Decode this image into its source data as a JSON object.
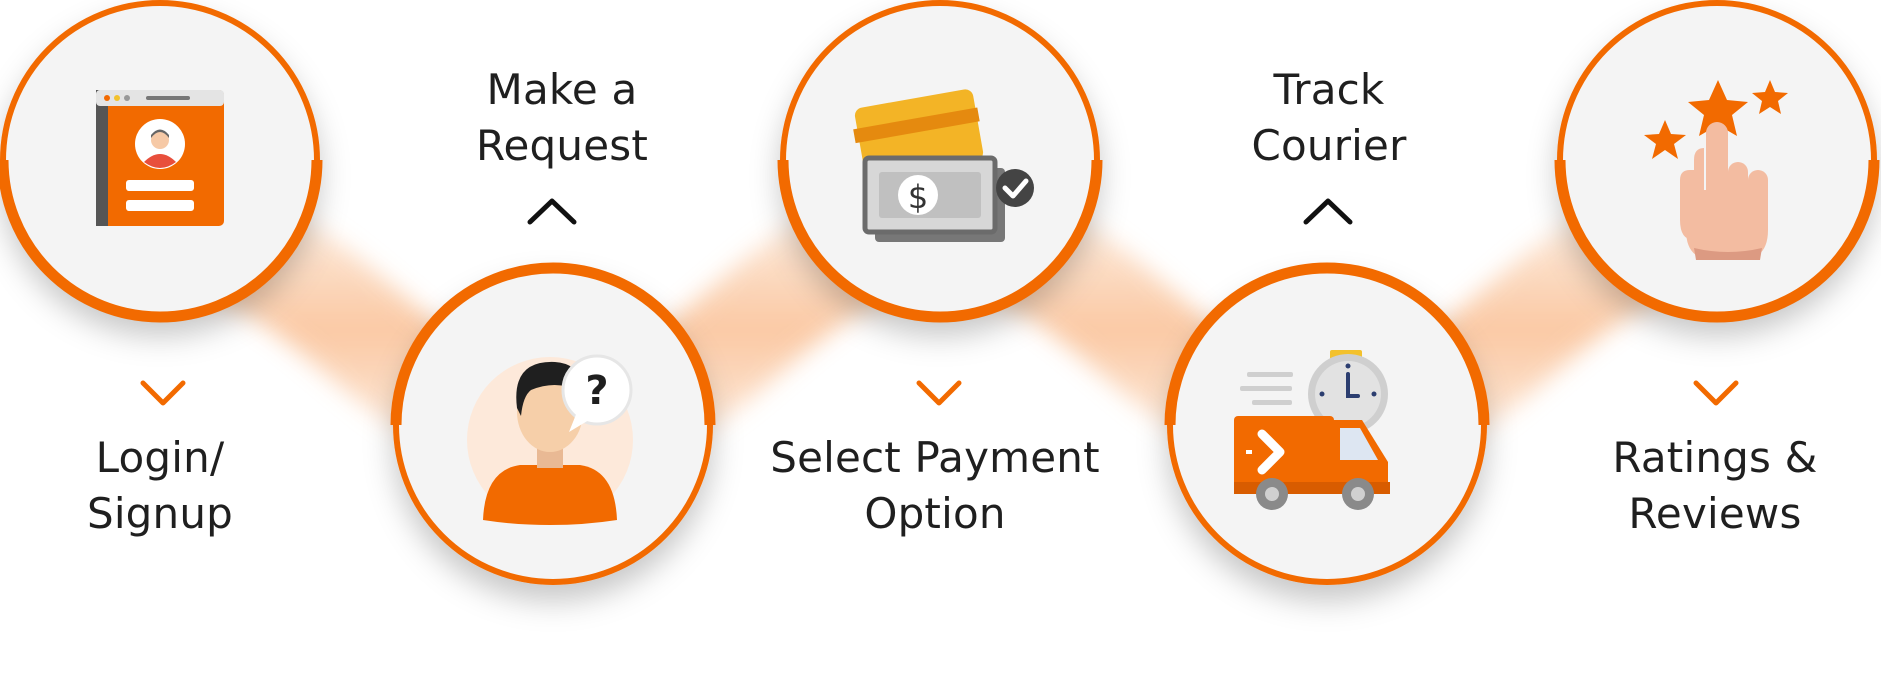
{
  "accent_color": "#F26A00",
  "steps": [
    {
      "line1": "Login/",
      "line2": "Signup",
      "icon": "profile-card-icon"
    },
    {
      "line1": "Make a",
      "line2": "Request",
      "icon": "user-question-icon"
    },
    {
      "line1": "Select Payment",
      "line2": "Option",
      "icon": "payment-card-cash-icon"
    },
    {
      "line1": "Track",
      "line2": "Courier",
      "icon": "delivery-truck-clock-icon"
    },
    {
      "line1": "Ratings &",
      "line2": "Reviews",
      "icon": "stars-rating-hand-icon"
    }
  ]
}
